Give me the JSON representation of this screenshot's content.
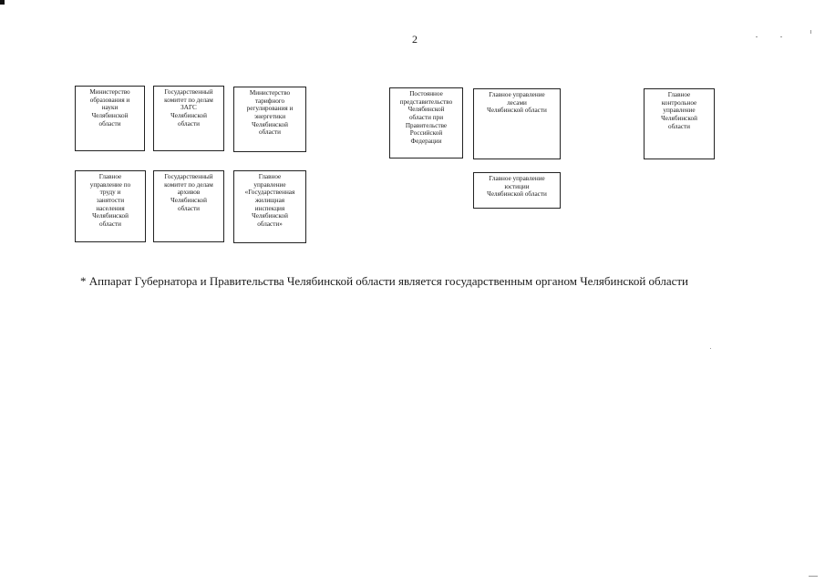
{
  "page": {
    "number": "2"
  },
  "boxes": {
    "b1": "Министерство\nобразования и\nнауки\nЧелябинской\nобласти",
    "b2": "Государственный\nкомитет по делам\nЗАГС\nЧелябинской\nобласти",
    "b3": "Министерство\nтарифного\nрегулирования и\nэнергетики\nЧелябинской\nобласти",
    "b4": "Постоянное\nпредставительство\nЧелябинской\nобласти при\nПравительстве\nРоссийской\nФедерации",
    "b5": "Главное управление\nлесами\nЧелябинской области",
    "b6": "Главное\nконтрольное\nуправление\nЧелябинской\nобласти",
    "b7": "Главное\nуправление по\nтруду и\nзанятости\nнаселения\nЧелябинской\nобласти",
    "b8": "Государственный\nкомитет по делам\nархивов\nЧелябинской\nобласти",
    "b9": "Главное\nуправление\n«Государственная\nжилищная\nинспекция\nЧелябинской\nобласти»",
    "b10": "Главное управление\nюстиции\nЧелябинской области"
  },
  "footnote": "* Аппарат Губернатора и Правительства Челябинской области является государственным органом Челябинской области"
}
